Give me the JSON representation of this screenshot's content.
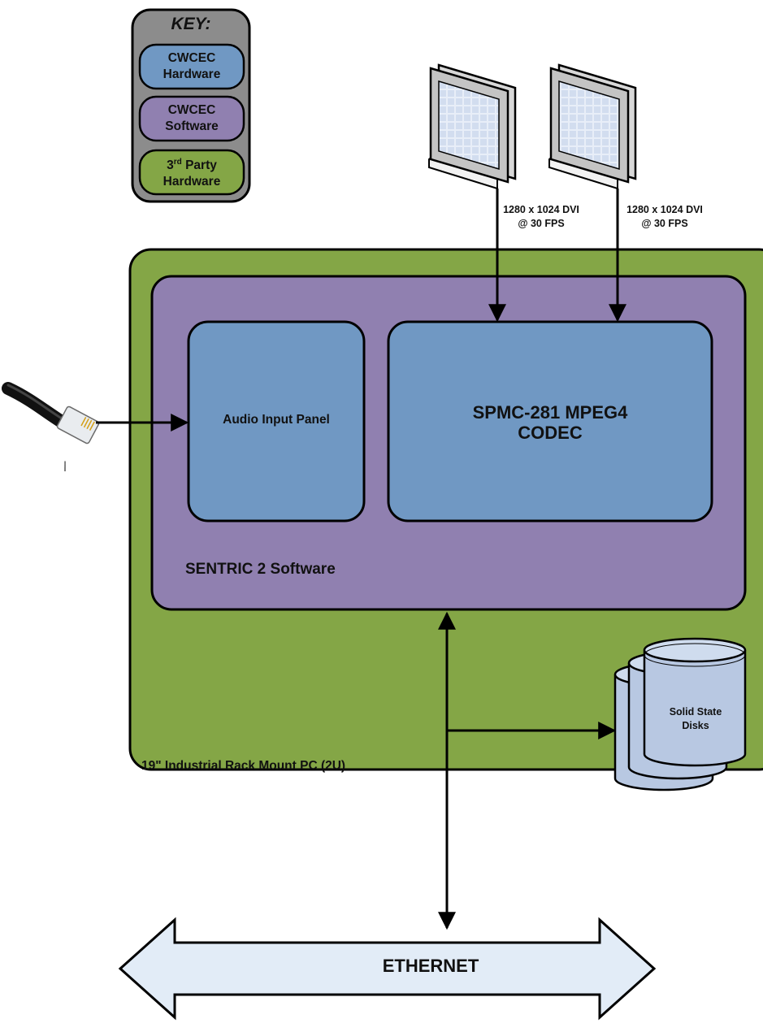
{
  "key": {
    "title": "KEY:",
    "items": [
      {
        "line1": "CWCEC",
        "line2": "Hardware",
        "color": "#7098c3"
      },
      {
        "line1": "CWCEC",
        "line2": "Software",
        "color": "#9080b0"
      },
      {
        "line1": "3",
        "sup": "rd",
        "line1_rest": " Party",
        "line2": "Hardware",
        "color": "#84a646"
      }
    ]
  },
  "monitors": [
    {
      "label_line1": "1280 x 1024 DVI",
      "label_line2": "@ 30 FPS"
    },
    {
      "label_line1": "1280 x 1024 DVI",
      "label_line2": "@ 30 FPS"
    }
  ],
  "rack_pc": {
    "label": "19\" Industrial Rack Mount PC (2U)",
    "color": "#84a646"
  },
  "software": {
    "label": "SENTRIC 2 Software",
    "color": "#9080b0"
  },
  "audio_panel": {
    "label": "Audio Input Panel",
    "color": "#7098c3"
  },
  "codec": {
    "line1": "SPMC-281 MPEG4",
    "line2": "CODEC",
    "color": "#7098c3"
  },
  "disks": {
    "line1": "Solid State",
    "line2": "Disks",
    "color": "#b8c8e2"
  },
  "ethernet": {
    "label": "ETHERNET",
    "color": "#e2ecf7"
  },
  "cable_caption": "I"
}
